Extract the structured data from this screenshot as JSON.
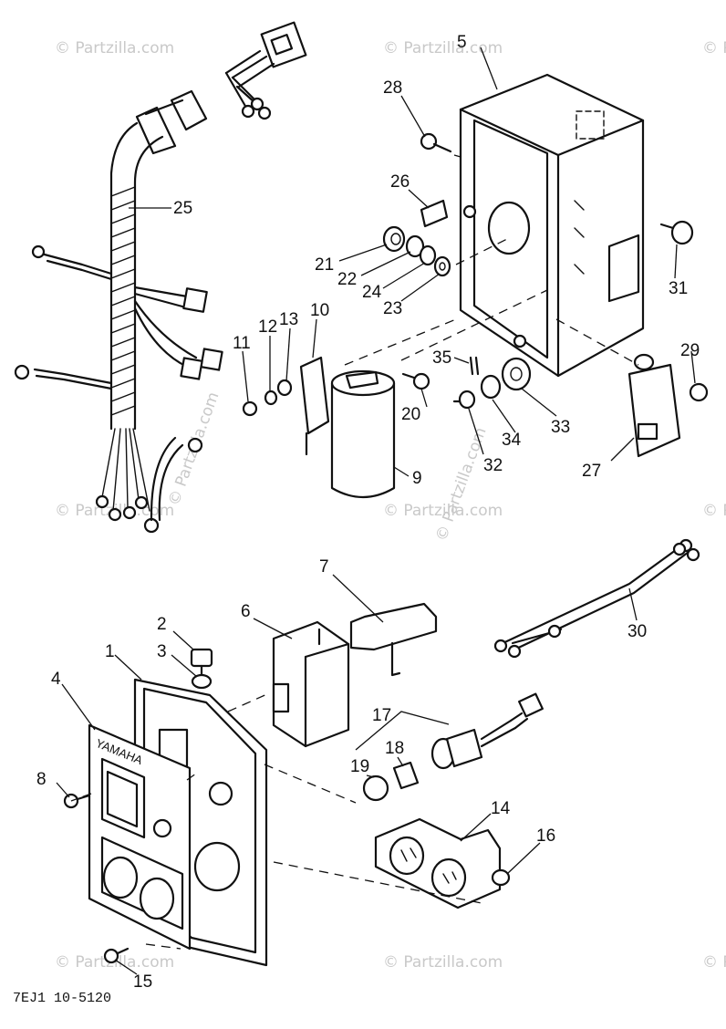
{
  "diagram": {
    "panel_brand": "YAMAHA",
    "drawing_code": "7EJ1 10-5120",
    "watermark": "© Partzilla.com",
    "callouts": [
      "1",
      "2",
      "3",
      "4",
      "5",
      "6",
      "7",
      "8",
      "9",
      "10",
      "11",
      "12",
      "13",
      "14",
      "15",
      "16",
      "17",
      "18",
      "19",
      "20",
      "21",
      "22",
      "23",
      "24",
      "25",
      "26",
      "27",
      "28",
      "29",
      "30",
      "31",
      "32",
      "33",
      "34",
      "35"
    ]
  }
}
